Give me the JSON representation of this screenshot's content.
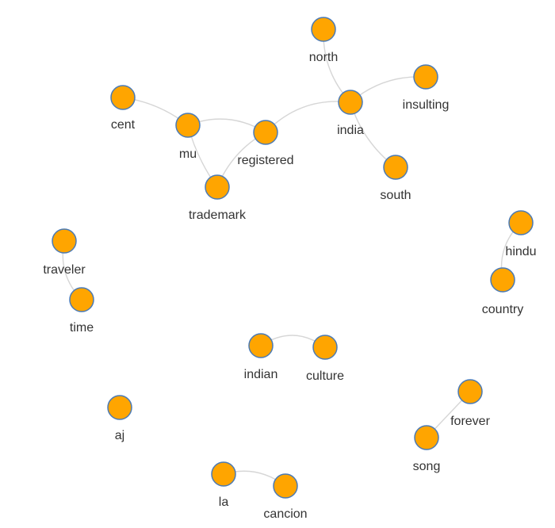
{
  "colors": {
    "node_fill": "#FFA500",
    "node_stroke": "#4A7AB5",
    "edge": "#D6D6D6",
    "label": "#333333"
  },
  "nodes": [
    {
      "id": "north",
      "label": "north"
    },
    {
      "id": "insulting",
      "label": "insulting"
    },
    {
      "id": "cent",
      "label": "cent"
    },
    {
      "id": "mu",
      "label": "mu"
    },
    {
      "id": "registered",
      "label": "registered"
    },
    {
      "id": "india",
      "label": "india"
    },
    {
      "id": "trademark",
      "label": "trademark"
    },
    {
      "id": "south",
      "label": "south"
    },
    {
      "id": "hindu",
      "label": "hindu"
    },
    {
      "id": "country",
      "label": "country"
    },
    {
      "id": "traveler",
      "label": "traveler"
    },
    {
      "id": "time",
      "label": "time"
    },
    {
      "id": "indian",
      "label": "indian"
    },
    {
      "id": "culture",
      "label": "culture"
    },
    {
      "id": "forever",
      "label": "forever"
    },
    {
      "id": "song",
      "label": "song"
    },
    {
      "id": "aj",
      "label": "aj"
    },
    {
      "id": "la",
      "label": "la"
    },
    {
      "id": "cancion",
      "label": "cancion"
    }
  ],
  "edges": [
    {
      "source": "cent",
      "target": "mu"
    },
    {
      "source": "mu",
      "target": "registered"
    },
    {
      "source": "mu",
      "target": "trademark"
    },
    {
      "source": "trademark",
      "target": "registered"
    },
    {
      "source": "registered",
      "target": "india"
    },
    {
      "source": "north",
      "target": "india"
    },
    {
      "source": "india",
      "target": "insulting"
    },
    {
      "source": "india",
      "target": "south"
    },
    {
      "source": "hindu",
      "target": "country"
    },
    {
      "source": "traveler",
      "target": "time"
    },
    {
      "source": "indian",
      "target": "culture"
    },
    {
      "source": "forever",
      "target": "song"
    },
    {
      "source": "la",
      "target": "cancion"
    }
  ]
}
